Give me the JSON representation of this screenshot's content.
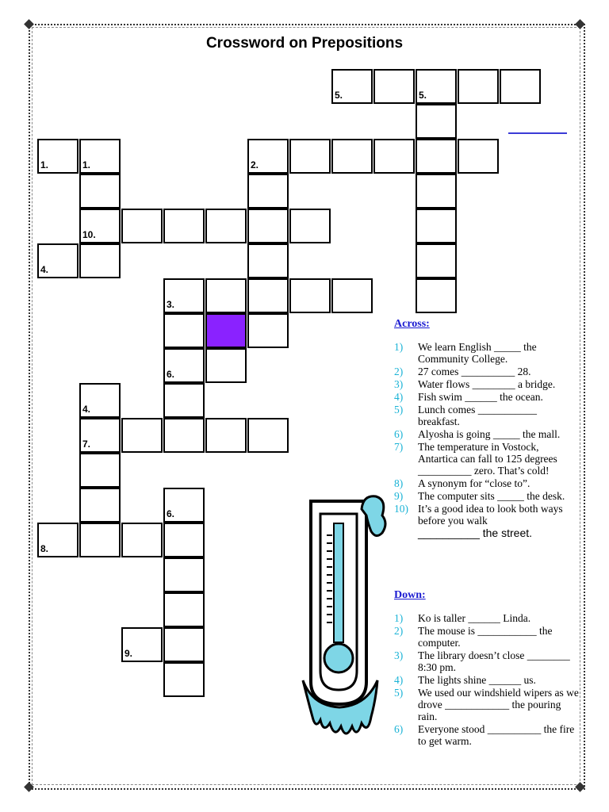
{
  "title": "Crossword on Prepositions",
  "grid": {
    "cells": [
      {
        "c": 7,
        "r": 0,
        "n": "5."
      },
      {
        "c": 8,
        "r": 0
      },
      {
        "c": 9,
        "r": 0,
        "n": "5."
      },
      {
        "c": 10,
        "r": 0
      },
      {
        "c": 11,
        "r": 0
      },
      {
        "c": 9,
        "r": 1
      },
      {
        "c": 0,
        "r": 2,
        "n": "1."
      },
      {
        "c": 1,
        "r": 2,
        "n": "1."
      },
      {
        "c": 5,
        "r": 2,
        "n": "2."
      },
      {
        "c": 6,
        "r": 2
      },
      {
        "c": 7,
        "r": 2
      },
      {
        "c": 8,
        "r": 2
      },
      {
        "c": 9,
        "r": 2
      },
      {
        "c": 10,
        "r": 2
      },
      {
        "c": 1,
        "r": 3
      },
      {
        "c": 5,
        "r": 3
      },
      {
        "c": 9,
        "r": 3
      },
      {
        "c": 1,
        "r": 4,
        "n": "10."
      },
      {
        "c": 2,
        "r": 4
      },
      {
        "c": 3,
        "r": 4
      },
      {
        "c": 4,
        "r": 4
      },
      {
        "c": 5,
        "r": 4
      },
      {
        "c": 6,
        "r": 4
      },
      {
        "c": 9,
        "r": 4
      },
      {
        "c": 0,
        "r": 5,
        "n": "4."
      },
      {
        "c": 1,
        "r": 5
      },
      {
        "c": 5,
        "r": 5
      },
      {
        "c": 9,
        "r": 5
      },
      {
        "c": 3,
        "r": 6,
        "n": "3."
      },
      {
        "c": 4,
        "r": 6
      },
      {
        "c": 5,
        "r": 6
      },
      {
        "c": 6,
        "r": 6
      },
      {
        "c": 7,
        "r": 6
      },
      {
        "c": 9,
        "r": 6
      },
      {
        "c": 3,
        "r": 7
      },
      {
        "c": 4,
        "r": 7,
        "shaded": true
      },
      {
        "c": 5,
        "r": 7
      },
      {
        "c": 3,
        "r": 8,
        "n": "6."
      },
      {
        "c": 4,
        "r": 8
      },
      {
        "c": 1,
        "r": 9,
        "n": "4."
      },
      {
        "c": 3,
        "r": 9
      },
      {
        "c": 1,
        "r": 10,
        "n": "7."
      },
      {
        "c": 2,
        "r": 10
      },
      {
        "c": 3,
        "r": 10
      },
      {
        "c": 4,
        "r": 10
      },
      {
        "c": 5,
        "r": 10
      },
      {
        "c": 1,
        "r": 11
      },
      {
        "c": 1,
        "r": 12
      },
      {
        "c": 3,
        "r": 12,
        "n": "6."
      },
      {
        "c": 0,
        "r": 13,
        "n": "8."
      },
      {
        "c": 1,
        "r": 13
      },
      {
        "c": 2,
        "r": 13
      },
      {
        "c": 3,
        "r": 13
      },
      {
        "c": 3,
        "r": 14
      },
      {
        "c": 3,
        "r": 15
      },
      {
        "c": 2,
        "r": 16,
        "n": "9."
      },
      {
        "c": 3,
        "r": 16
      },
      {
        "c": 3,
        "r": 17
      }
    ]
  },
  "across": {
    "heading": "Across:",
    "clues": [
      {
        "n": "1)",
        "t": "We learn English _____ the Community College."
      },
      {
        "n": "2)",
        "t": "27 comes __________ 28."
      },
      {
        "n": "3)",
        "t": "Water flows ________ a bridge."
      },
      {
        "n": "4)",
        "t": "Fish swim ______ the ocean."
      },
      {
        "n": "5)",
        "t": "Lunch comes ___________ breakfast."
      },
      {
        "n": "6)",
        "t": "Alyosha is going _____ the mall."
      },
      {
        "n": "7)",
        "t": "The temperature in Vostock, Antartica can fall to 125 degrees __________ zero. That’s cold!"
      },
      {
        "n": "8)",
        "t": "A synonym for “close to”."
      },
      {
        "n": "9)",
        "t": "The computer sits _____ the desk."
      },
      {
        "n": "10)",
        "t": "It’s a good idea to look both ways before you walk"
      },
      {
        "n": "",
        "t": "__________ the street.",
        "big": true
      }
    ]
  },
  "down": {
    "heading": "Down:",
    "clues": [
      {
        "n": "1)",
        "t": "Ko is taller ______ Linda."
      },
      {
        "n": "2)",
        "t": "The mouse is ___________ the computer."
      },
      {
        "n": "3)",
        "t": "The library doesn’t close ________ 8:30 pm."
      },
      {
        "n": "4)",
        "t": "The lights shine ______ us."
      },
      {
        "n": "5)",
        "t": "We used our windshield wipers as we drove ____________ the pouring rain."
      },
      {
        "n": "6)",
        "t": "Everyone stood __________ the fire to get warm."
      }
    ]
  },
  "colors": {
    "shaded": "#8a22ff",
    "heading": "#1a1ad1",
    "clue_number": "#1ab3d6",
    "thermometer": "#7ed6e6"
  },
  "icons": {
    "thermometer": "thermometer-icon"
  }
}
